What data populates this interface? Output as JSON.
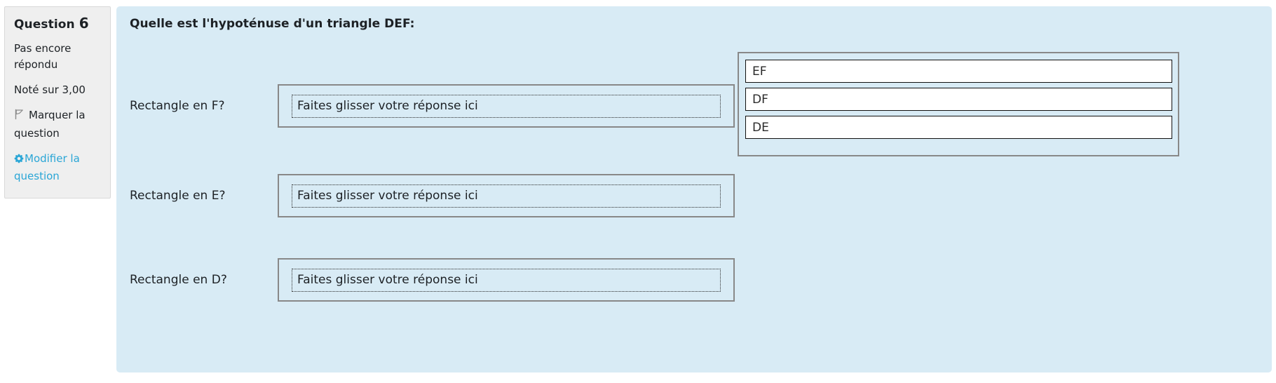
{
  "sidebar": {
    "question_label": "Question",
    "question_number": "6",
    "state": "Pas encore répondu",
    "grade": "Noté sur 3,00",
    "flag_label": "Marquer la question",
    "flag_icon": "flag-icon",
    "edit_label": "Modifier la question",
    "edit_icon": "gear-icon",
    "edit_link_color": "#2aa6d6",
    "background_color": "#efefef"
  },
  "question": {
    "text": "Quelle est l'hypoténuse d'un triangle DEF:",
    "panel_color": "#d8ebf5",
    "rows": [
      {
        "label": "Rectangle en F?",
        "placeholder": "Faites glisser votre réponse ici"
      },
      {
        "label": "Rectangle en E?",
        "placeholder": "Faites glisser votre réponse ici"
      },
      {
        "label": "Rectangle en D?",
        "placeholder": "Faites glisser votre réponse ici"
      }
    ],
    "choices": [
      {
        "label": "EF"
      },
      {
        "label": "DF"
      },
      {
        "label": "DE"
      }
    ]
  }
}
